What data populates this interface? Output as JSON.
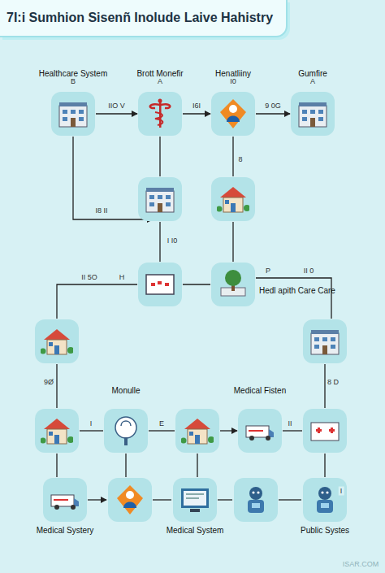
{
  "diagram": {
    "title": "7I:i Sumhion Sisenñ Inolude Laive Hahistry",
    "nodes": [
      {
        "text": [
          "Healthcare System"
        ]
      },
      {
        "text": [
          "Brott Monefir"
        ]
      },
      {
        "text": [
          "Henatliiny"
        ]
      },
      {
        "text": [
          "Gumfire"
        ]
      },
      {
        "text": [
          "Hedl apith Care Care"
        ]
      },
      {
        "text": [
          "Monulle"
        ]
      },
      {
        "text": [
          "Medical Fisten"
        ]
      },
      {
        "text": [
          "Medical Systery"
        ]
      },
      {
        "text": [
          "Medical System"
        ]
      },
      {
        "text": [
          "Public Systes"
        ]
      }
    ],
    "edges": [
      {
        "from": 0,
        "to": 1,
        "arrow": "to",
        "label": "IIO V"
      },
      {
        "from": 1,
        "to": 2,
        "arrow": "to",
        "label": "I6I"
      },
      {
        "from": 2,
        "to": 3,
        "arrow": "to",
        "label": "9 0G"
      }
    ],
    "labels": [
      "B",
      "A",
      "I0",
      "A",
      "I8 II",
      "I I0",
      "8",
      "II 5O",
      "H",
      "P",
      "II 0",
      "9Ø",
      "8 D",
      "I",
      "E",
      "II",
      "I",
      "ISAR.COM"
    ]
  }
}
